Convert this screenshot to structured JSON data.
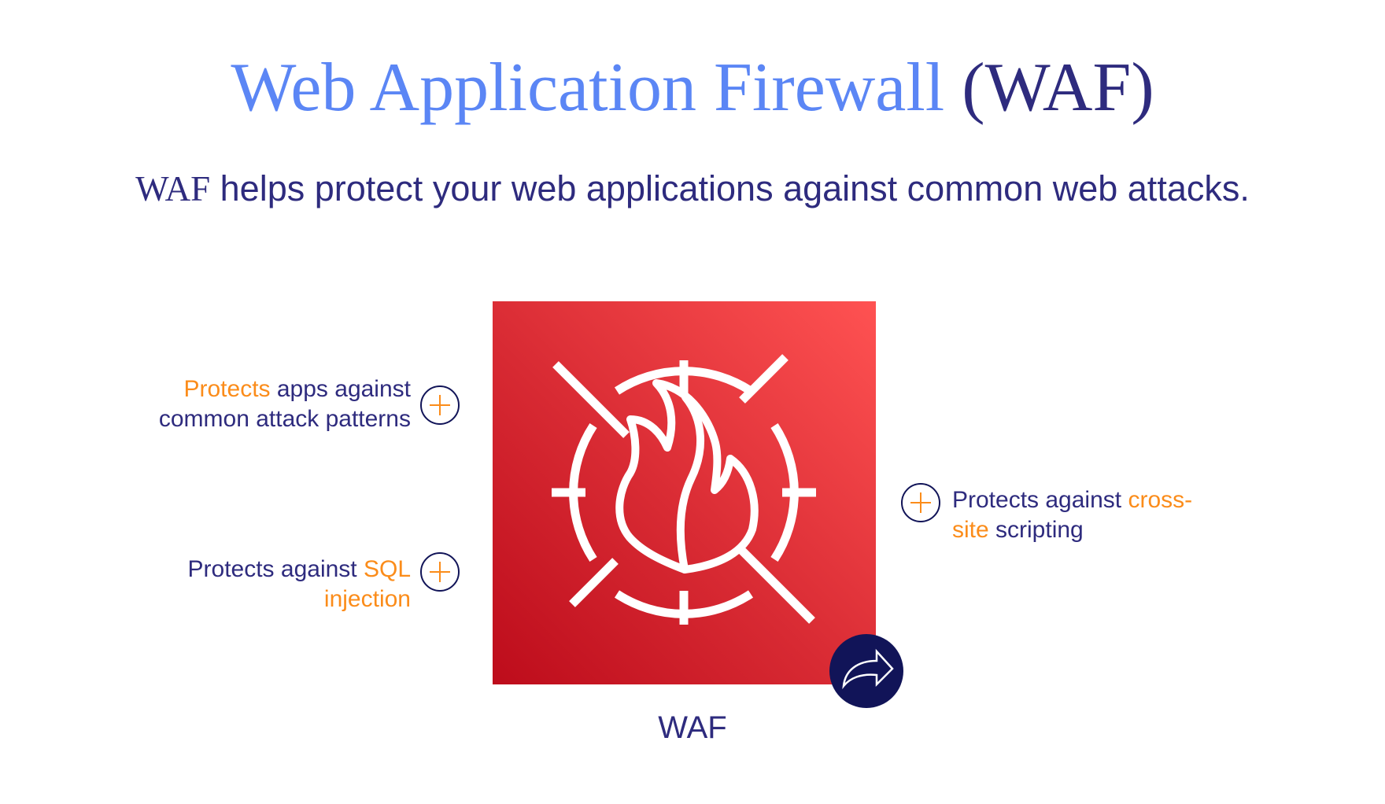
{
  "header": {
    "title_main": "Web Application Firewall",
    "title_abbr": "(WAF)",
    "subtitle_abbr": "WAF",
    "subtitle_rest": " helps protect your web applications against common web attacks."
  },
  "service": {
    "label": "WAF",
    "icon": "waf-fire-target-icon",
    "share_icon": "share-arrow-icon"
  },
  "features": [
    {
      "line1_hl": "Protects",
      "line1_rest": " apps against",
      "line2": "common attack patterns",
      "button_icon": "plus-icon"
    },
    {
      "line1_plain": "Protects against ",
      "line1_hl": "SQL",
      "line2_hl": "injection",
      "button_icon": "plus-icon"
    },
    {
      "line1_plain": "Protects against ",
      "line1_hl": "cross-",
      "line2_hl": "site",
      "line2_rest": " scripting",
      "button_icon": "plus-icon"
    }
  ],
  "colors": {
    "title_blue": "#5b86f5",
    "navy": "#2e2b7e",
    "highlight_orange": "#fb8c1a",
    "icon_red_dark": "#bd0c1b",
    "icon_red_light": "#ff5252",
    "share_bg": "#111458"
  }
}
